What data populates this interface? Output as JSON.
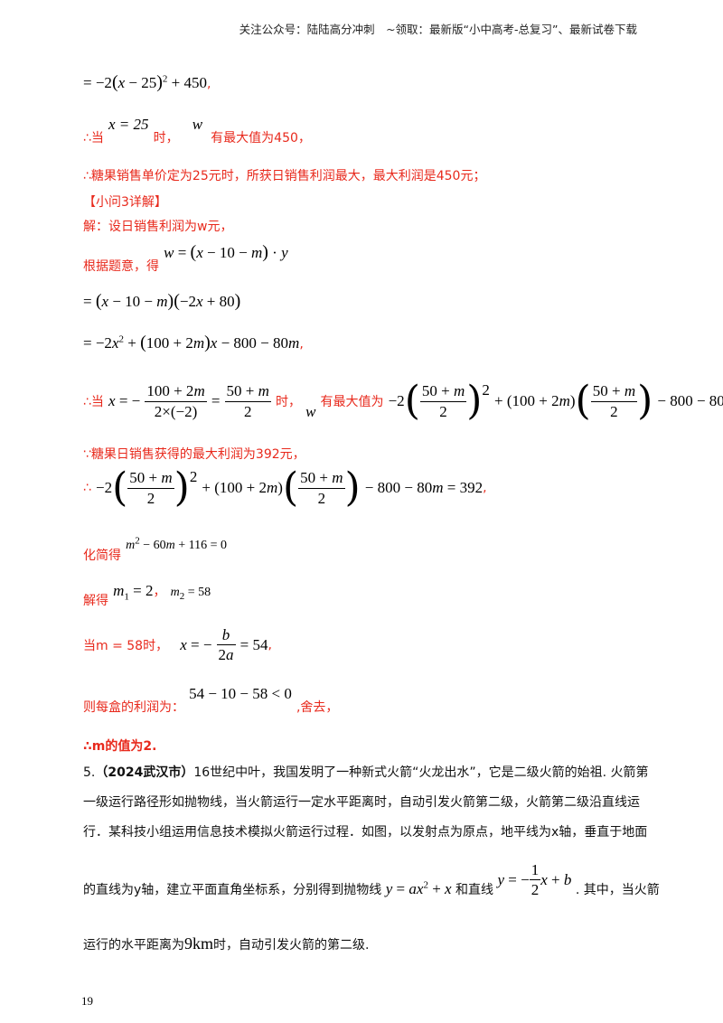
{
  "header": {
    "text": "关注公众号：陆陆高分冲刺　~领取：最新版“小中高考-总复习”、最新试卷下载"
  },
  "solution": {
    "line1_comma": ",",
    "when": "∴当",
    "x25": "x = 25",
    "shi": "时，",
    "w": "w",
    "max450": "有最大值为450，",
    "conclusion2": "∴糖果销售单价定为25元时，所获日销售利润最大，最大利润是450元；",
    "q3_heading": "【小问3详解】",
    "q3_set": "解：设日销售利润为w元，",
    "q3_by": "根据题意，得",
    "comma": ",",
    "when2": "∴当",
    "shi2": "时，",
    "max_label": "有最大值为",
    "given": "∵糖果日销售获得的最大利润为392元，",
    "therefore": "∴",
    "simplify": "化简得",
    "solve": "解得",
    "sep": "，",
    "when_m58": "当m = 58时，",
    "profit_each": "则每盒的利润为：",
    "reject": ",舍去，",
    "answer": "∴m的值为2."
  },
  "problem5": {
    "number": "5.",
    "source": "（2024武汉市）",
    "line1": "16世纪中叶，我国发明了一种新式火箭“火龙出水”，它是二级火箭的始祖. 火箭第",
    "line2": "一级运行路径形如抛物线，当火箭运行一定水平距离时，自动引发火箭第二级，火箭第二级沿直线运",
    "line3": "行．某科技小组运用信息技术模拟火箭运行过程．如图，以发射点为原点，地平线为x轴，垂直于地面",
    "line4a": "的直线为y轴，建立平面直角坐标系，分别得到抛物线",
    "line4b": "和直线",
    "line4c": ". 其中，当火箭",
    "line5a": "运行的水平距离为",
    "line5b": "9km",
    "line5c": "时，自动引发火箭的第二级."
  },
  "page_number": "19"
}
